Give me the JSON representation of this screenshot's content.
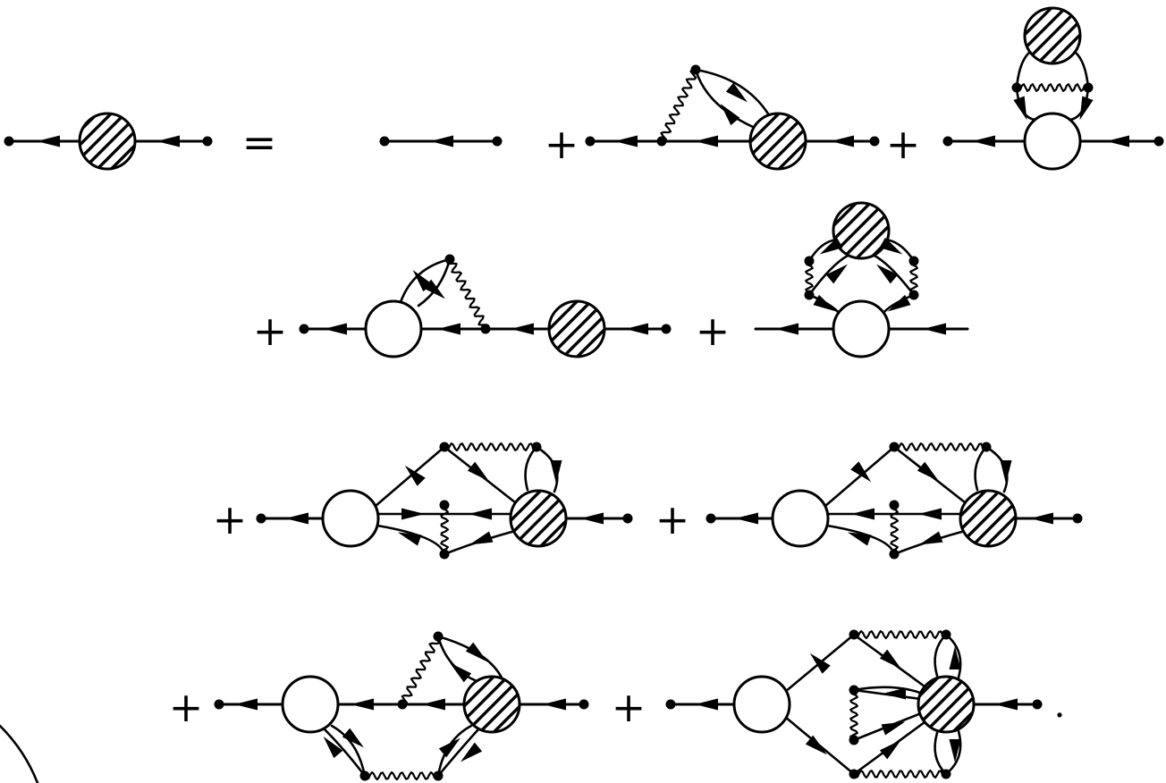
{
  "equation": {
    "equals_sign": "=",
    "plus_sign": "+",
    "period": "."
  },
  "colors": {
    "line": "#000000",
    "hatched_blob_fill": "hatched",
    "open_blob_fill": "#ffffff"
  },
  "elements": {
    "dressed_vertex": "hatched circle",
    "bare_vertex": "open circle",
    "propagator": "line with arrow",
    "interaction": "wavy line",
    "external_point": "filled dot"
  }
}
